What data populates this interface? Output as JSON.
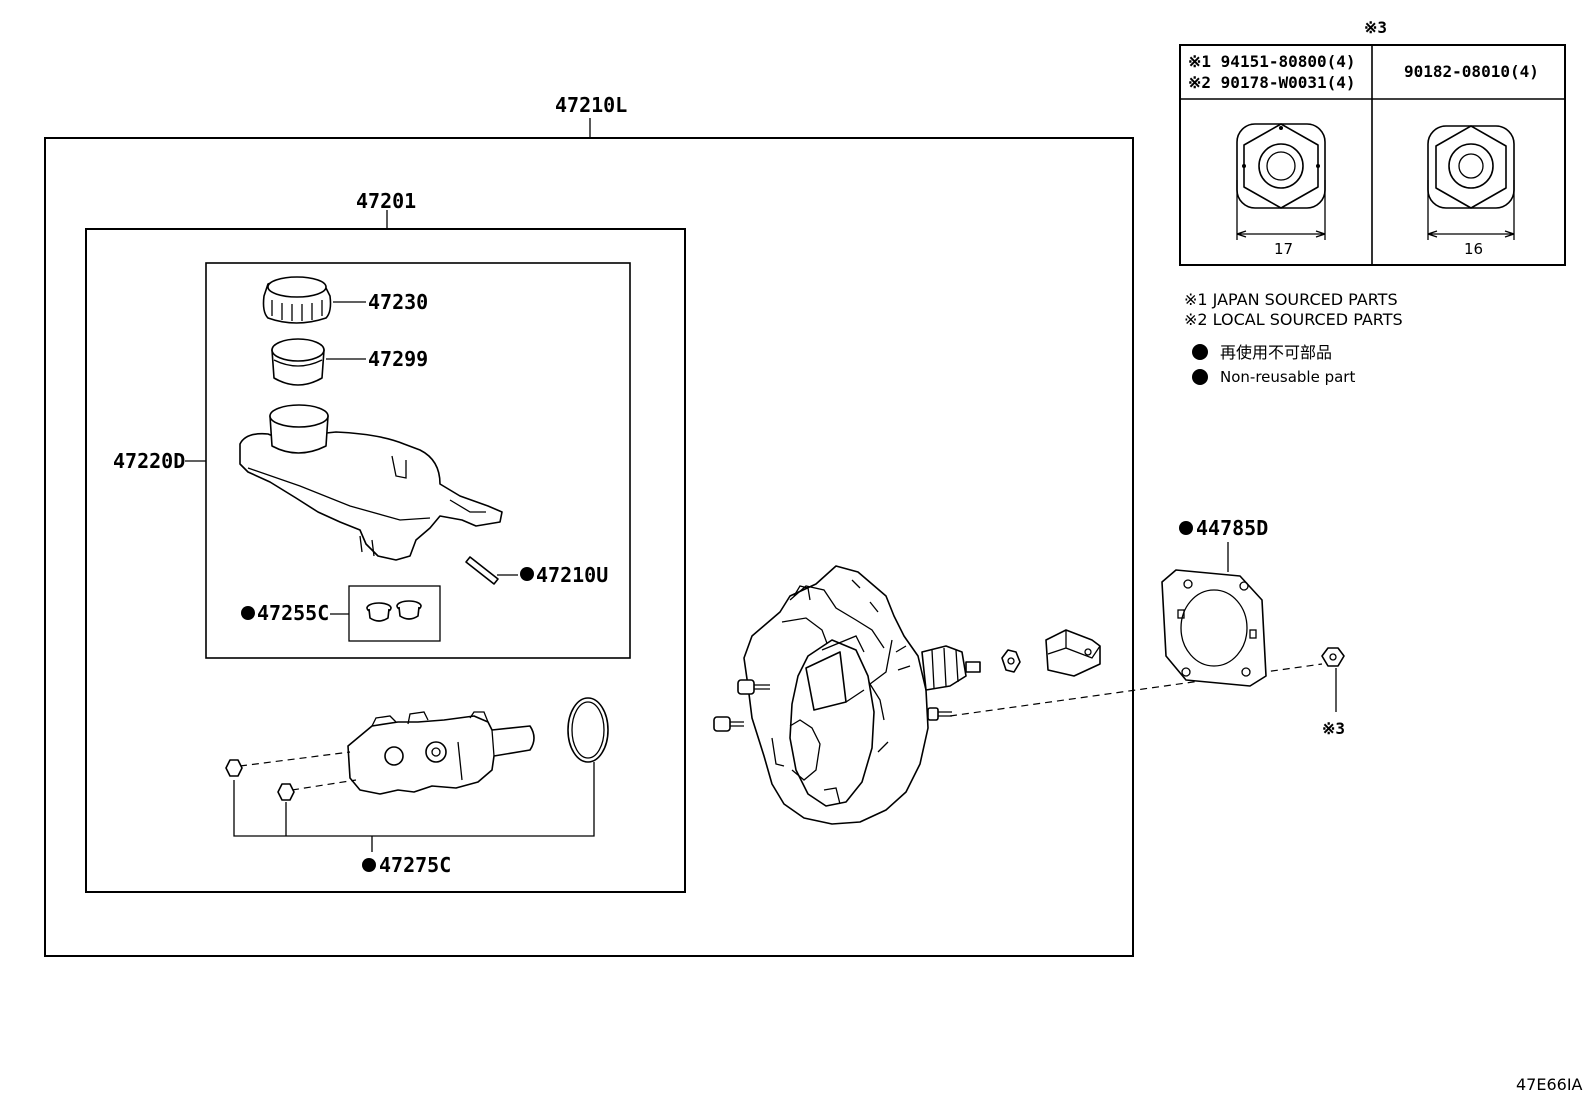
{
  "labels": {
    "assembly": "47210L",
    "cylinder_assembly": "47201",
    "cap": "47230",
    "strainer": "47299",
    "reservoir": "47220D",
    "pin": "47210U",
    "grommet_kit": "47255C",
    "kit": "47275C",
    "gasket": "44785D",
    "nut_ref": "※3"
  },
  "nut_table": {
    "ref": "※3",
    "col1_line1": "※1 94151-80800(4)",
    "col1_line2": "※2 90178-W0031(4)",
    "col2": "90182-08010(4)",
    "size1": "17",
    "size2": "16"
  },
  "legend": {
    "note1": "※1 JAPAN SOURCED PARTS",
    "note2": "※2 LOCAL SOURCED PARTS",
    "nonreusable_jp": "再使用不可部品",
    "nonreusable_en": "Non-reusable part"
  },
  "diagram_code": "47E66IA"
}
